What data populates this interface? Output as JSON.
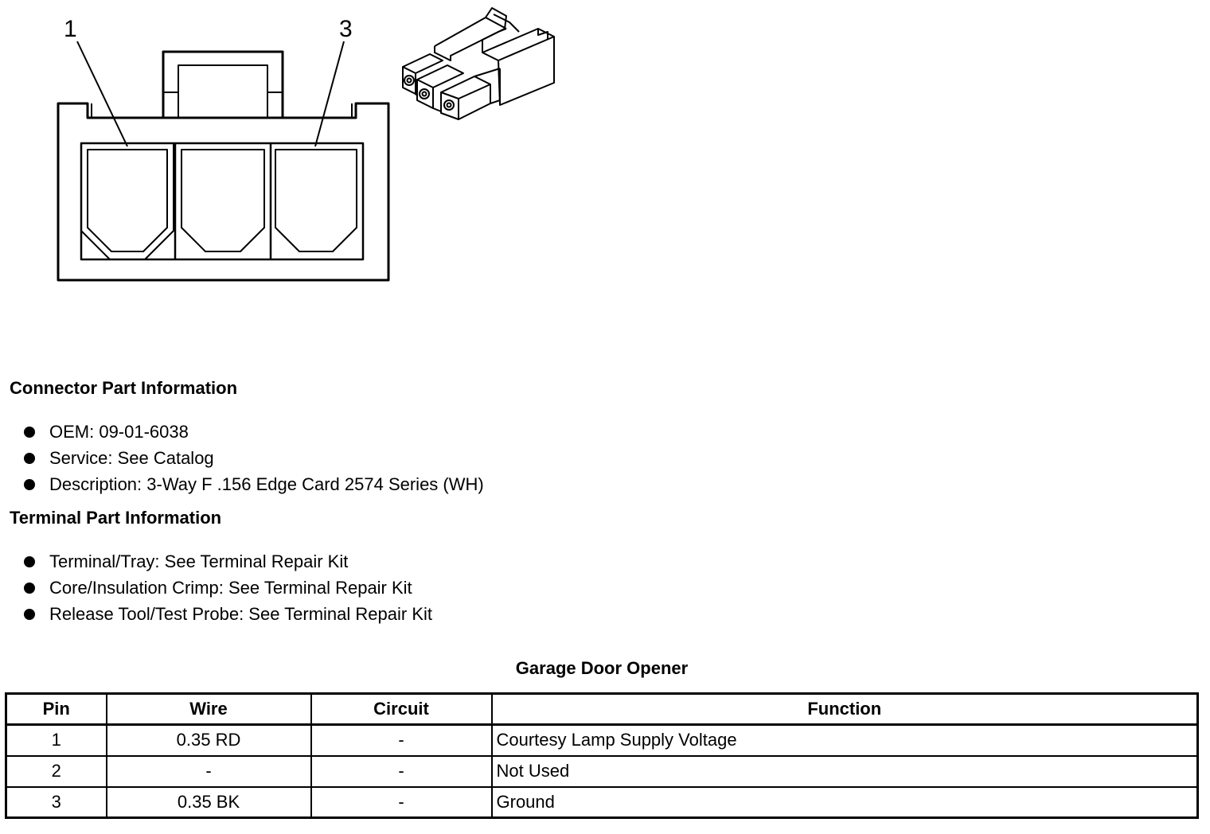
{
  "diagram": {
    "pin_labels": [
      "1",
      "3"
    ]
  },
  "connector_section": {
    "heading": "Connector Part Information",
    "items": [
      "OEM: 09-01-6038",
      "Service: See Catalog",
      "Description: 3-Way F .156 Edge Card 2574 Series (WH)"
    ]
  },
  "terminal_section": {
    "heading": "Terminal Part Information",
    "items": [
      "Terminal/Tray: See Terminal Repair Kit",
      "Core/Insulation Crimp: See Terminal Repair Kit",
      "Release Tool/Test Probe: See Terminal Repair Kit"
    ]
  },
  "table": {
    "title": "Garage Door Opener",
    "headers": [
      "Pin",
      "Wire",
      "Circuit",
      "Function"
    ],
    "rows": [
      [
        "1",
        "0.35 RD",
        "-",
        "Courtesy Lamp Supply Voltage"
      ],
      [
        "2",
        "-",
        "-",
        "Not Used"
      ],
      [
        "3",
        "0.35 BK",
        "-",
        "Ground"
      ]
    ]
  }
}
